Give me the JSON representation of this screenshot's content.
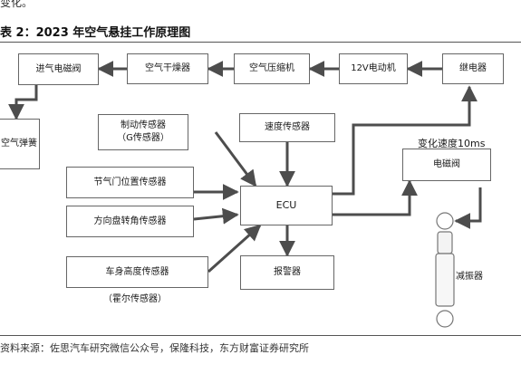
{
  "header": {
    "top_text": "变化。",
    "title": "表 2：2023 年空气悬挂工作原理图"
  },
  "nodes": {
    "relay": "继电器",
    "motor12v": "12V电动机",
    "compressor": "空气压缩机",
    "dryer": "空气干燥器",
    "intake_valve": "进气电磁阀",
    "air_spring": "空气弹簧",
    "brake_sensor_line1": "制动传感器",
    "brake_sensor_line2": "（G传感器）",
    "speed_sensor": "速度传感器",
    "throttle_sensor": "节气门位置传感器",
    "steering_sensor": "方向盘转角传感器",
    "height_sensor": "车身高度传感器",
    "ecu": "ECU",
    "alarm": "报警器",
    "solenoid": "电磁阀",
    "shock": "减振器"
  },
  "labels": {
    "speed_change": "变化速度10ms",
    "hall_sensor": "（霍尔传感器）"
  },
  "footer": {
    "source": "资料来源：佐思汽车研究微信公众号，保隆科技，东方财富证券研究所"
  }
}
